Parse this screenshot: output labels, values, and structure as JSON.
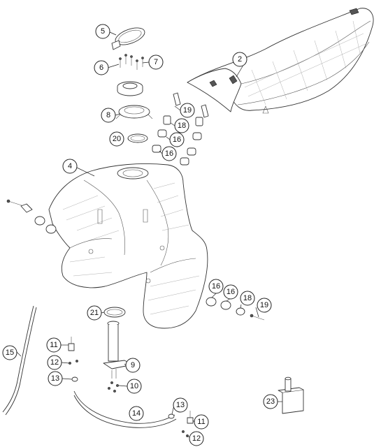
{
  "callouts": [
    {
      "label": "2"
    },
    {
      "label": "4"
    },
    {
      "label": "5"
    },
    {
      "label": "6"
    },
    {
      "label": "7"
    },
    {
      "label": "8"
    },
    {
      "label": "19"
    },
    {
      "label": "18"
    },
    {
      "label": "16"
    },
    {
      "label": "16"
    },
    {
      "label": "20"
    },
    {
      "label": "16"
    },
    {
      "label": "16"
    },
    {
      "label": "18"
    },
    {
      "label": "19"
    },
    {
      "label": "21"
    },
    {
      "label": "11"
    },
    {
      "label": "12"
    },
    {
      "label": "13"
    },
    {
      "label": "9"
    },
    {
      "label": "10"
    },
    {
      "label": "15"
    },
    {
      "label": "14"
    },
    {
      "label": "13"
    },
    {
      "label": "11"
    },
    {
      "label": "12"
    },
    {
      "label": "23"
    }
  ]
}
